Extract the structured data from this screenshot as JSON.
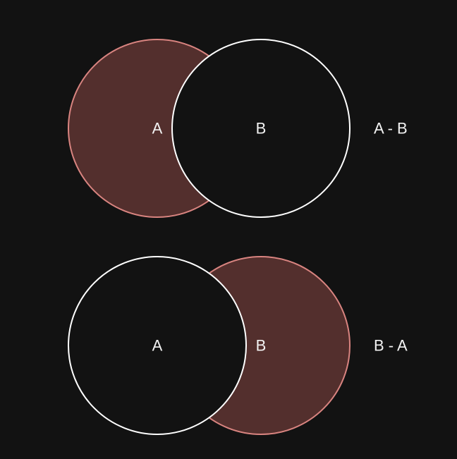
{
  "colors": {
    "background": "#121212",
    "highlight_fill": "#532f2d",
    "highlight_stroke": "#d98480",
    "plain_fill": "#121212",
    "plain_stroke": "#ffffff",
    "text": "#f2f2f2"
  },
  "diagrams": [
    {
      "caption": "A - B",
      "left_label": "A",
      "right_label": "B",
      "highlighted": "left"
    },
    {
      "caption": "B - A",
      "left_label": "A",
      "right_label": "B",
      "highlighted": "right"
    }
  ]
}
